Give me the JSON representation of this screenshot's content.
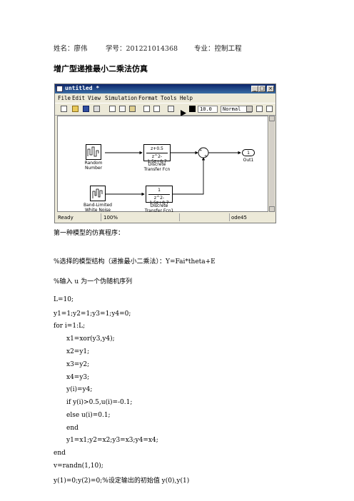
{
  "header": {
    "name": "姓名：廖伟",
    "student_id": "学号：201221014368",
    "major": "专业：控制工程"
  },
  "doc_title": "增广型递推最小二乘法仿真",
  "simulink": {
    "window_title": "untitled *",
    "menu": [
      "File",
      "Edit",
      "View",
      "Simulation",
      "Format",
      "Tools",
      "Help"
    ],
    "stop_time": "10.0",
    "sim_mode": "Normal",
    "blocks": {
      "random_number": {
        "label1": "Random",
        "label2": "Number"
      },
      "white_noise": {
        "label1": "Band-Limited",
        "label2": "White Noise"
      },
      "tf1": {
        "num": "z+0.5",
        "den": "z^2-1.5z+0.7",
        "label1": "Discrete",
        "label2": "Transfer Fcn"
      },
      "tf2": {
        "num": "1",
        "den": "z^2-1.5z+0.7",
        "label1": "Discrete",
        "label2": "Transfer Fcn1"
      },
      "outport": {
        "value": "1",
        "label": "Out1"
      }
    },
    "status": {
      "state": "Ready",
      "zoom": "100%",
      "solver": "ode45"
    }
  },
  "text": {
    "intro": "第一种模型的仿真程序：",
    "comment1": "%选择的模型结构（递推最小二乘法）：Y=Fai*theta+E",
    "comment2": "%输入 u 为一个伪随机序列",
    "code": [
      "L=10;",
      "y1=1;y2=1;y3=1;y4=0;",
      "for i=1:L;",
      "x1=xor(y3,y4);",
      "x2=y1;",
      "x3=y2;",
      "x4=y3;",
      "y(i)=y4;",
      "if y(i)>0.5,u(i)=-0.1;",
      "else u(i)=0.1;",
      "end",
      "y1=x1;y2=x2;y3=x3;y4=x4;",
      "end",
      "v=randn(1,10);",
      "y(1)=0;y(2)=0;%设定输出的初始值 y(0),y(1)"
    ]
  }
}
